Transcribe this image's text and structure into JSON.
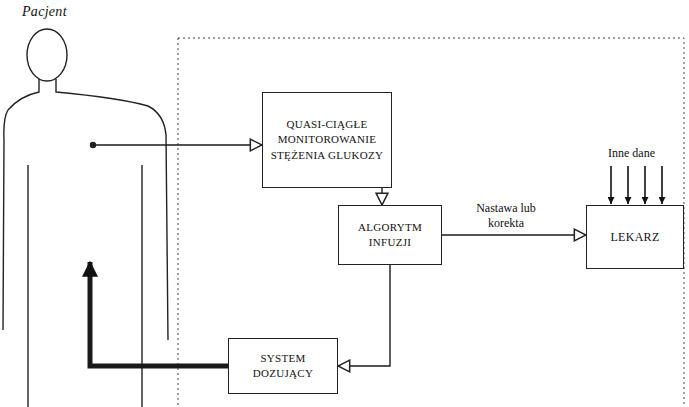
{
  "diagram": {
    "nodes": [
      {
        "text": [
          "Pacjent"
        ]
      },
      {
        "text": [
          "QUASI-CIĄGŁE MONITOROWANIE STĘŻENIA GLUKOZY"
        ]
      },
      {
        "text": [
          "ALGORYTM INFUZJI"
        ]
      },
      {
        "text": [
          "SYSTEM DOZUJĄCY"
        ]
      },
      {
        "text": [
          "LEKARZ"
        ]
      }
    ],
    "edges": [
      {
        "from": 0,
        "to": 1,
        "arrow": "to"
      },
      {
        "from": 1,
        "to": 2,
        "arrow": "to"
      },
      {
        "from": 2,
        "to": 4,
        "label": "Nastawa lub korekta",
        "arrow": "to"
      },
      {
        "from": 2,
        "to": 3,
        "arrow": "to"
      },
      {
        "from": 3,
        "to": 0,
        "arrow": "to"
      }
    ],
    "labels": [
      "Inne dane"
    ]
  }
}
